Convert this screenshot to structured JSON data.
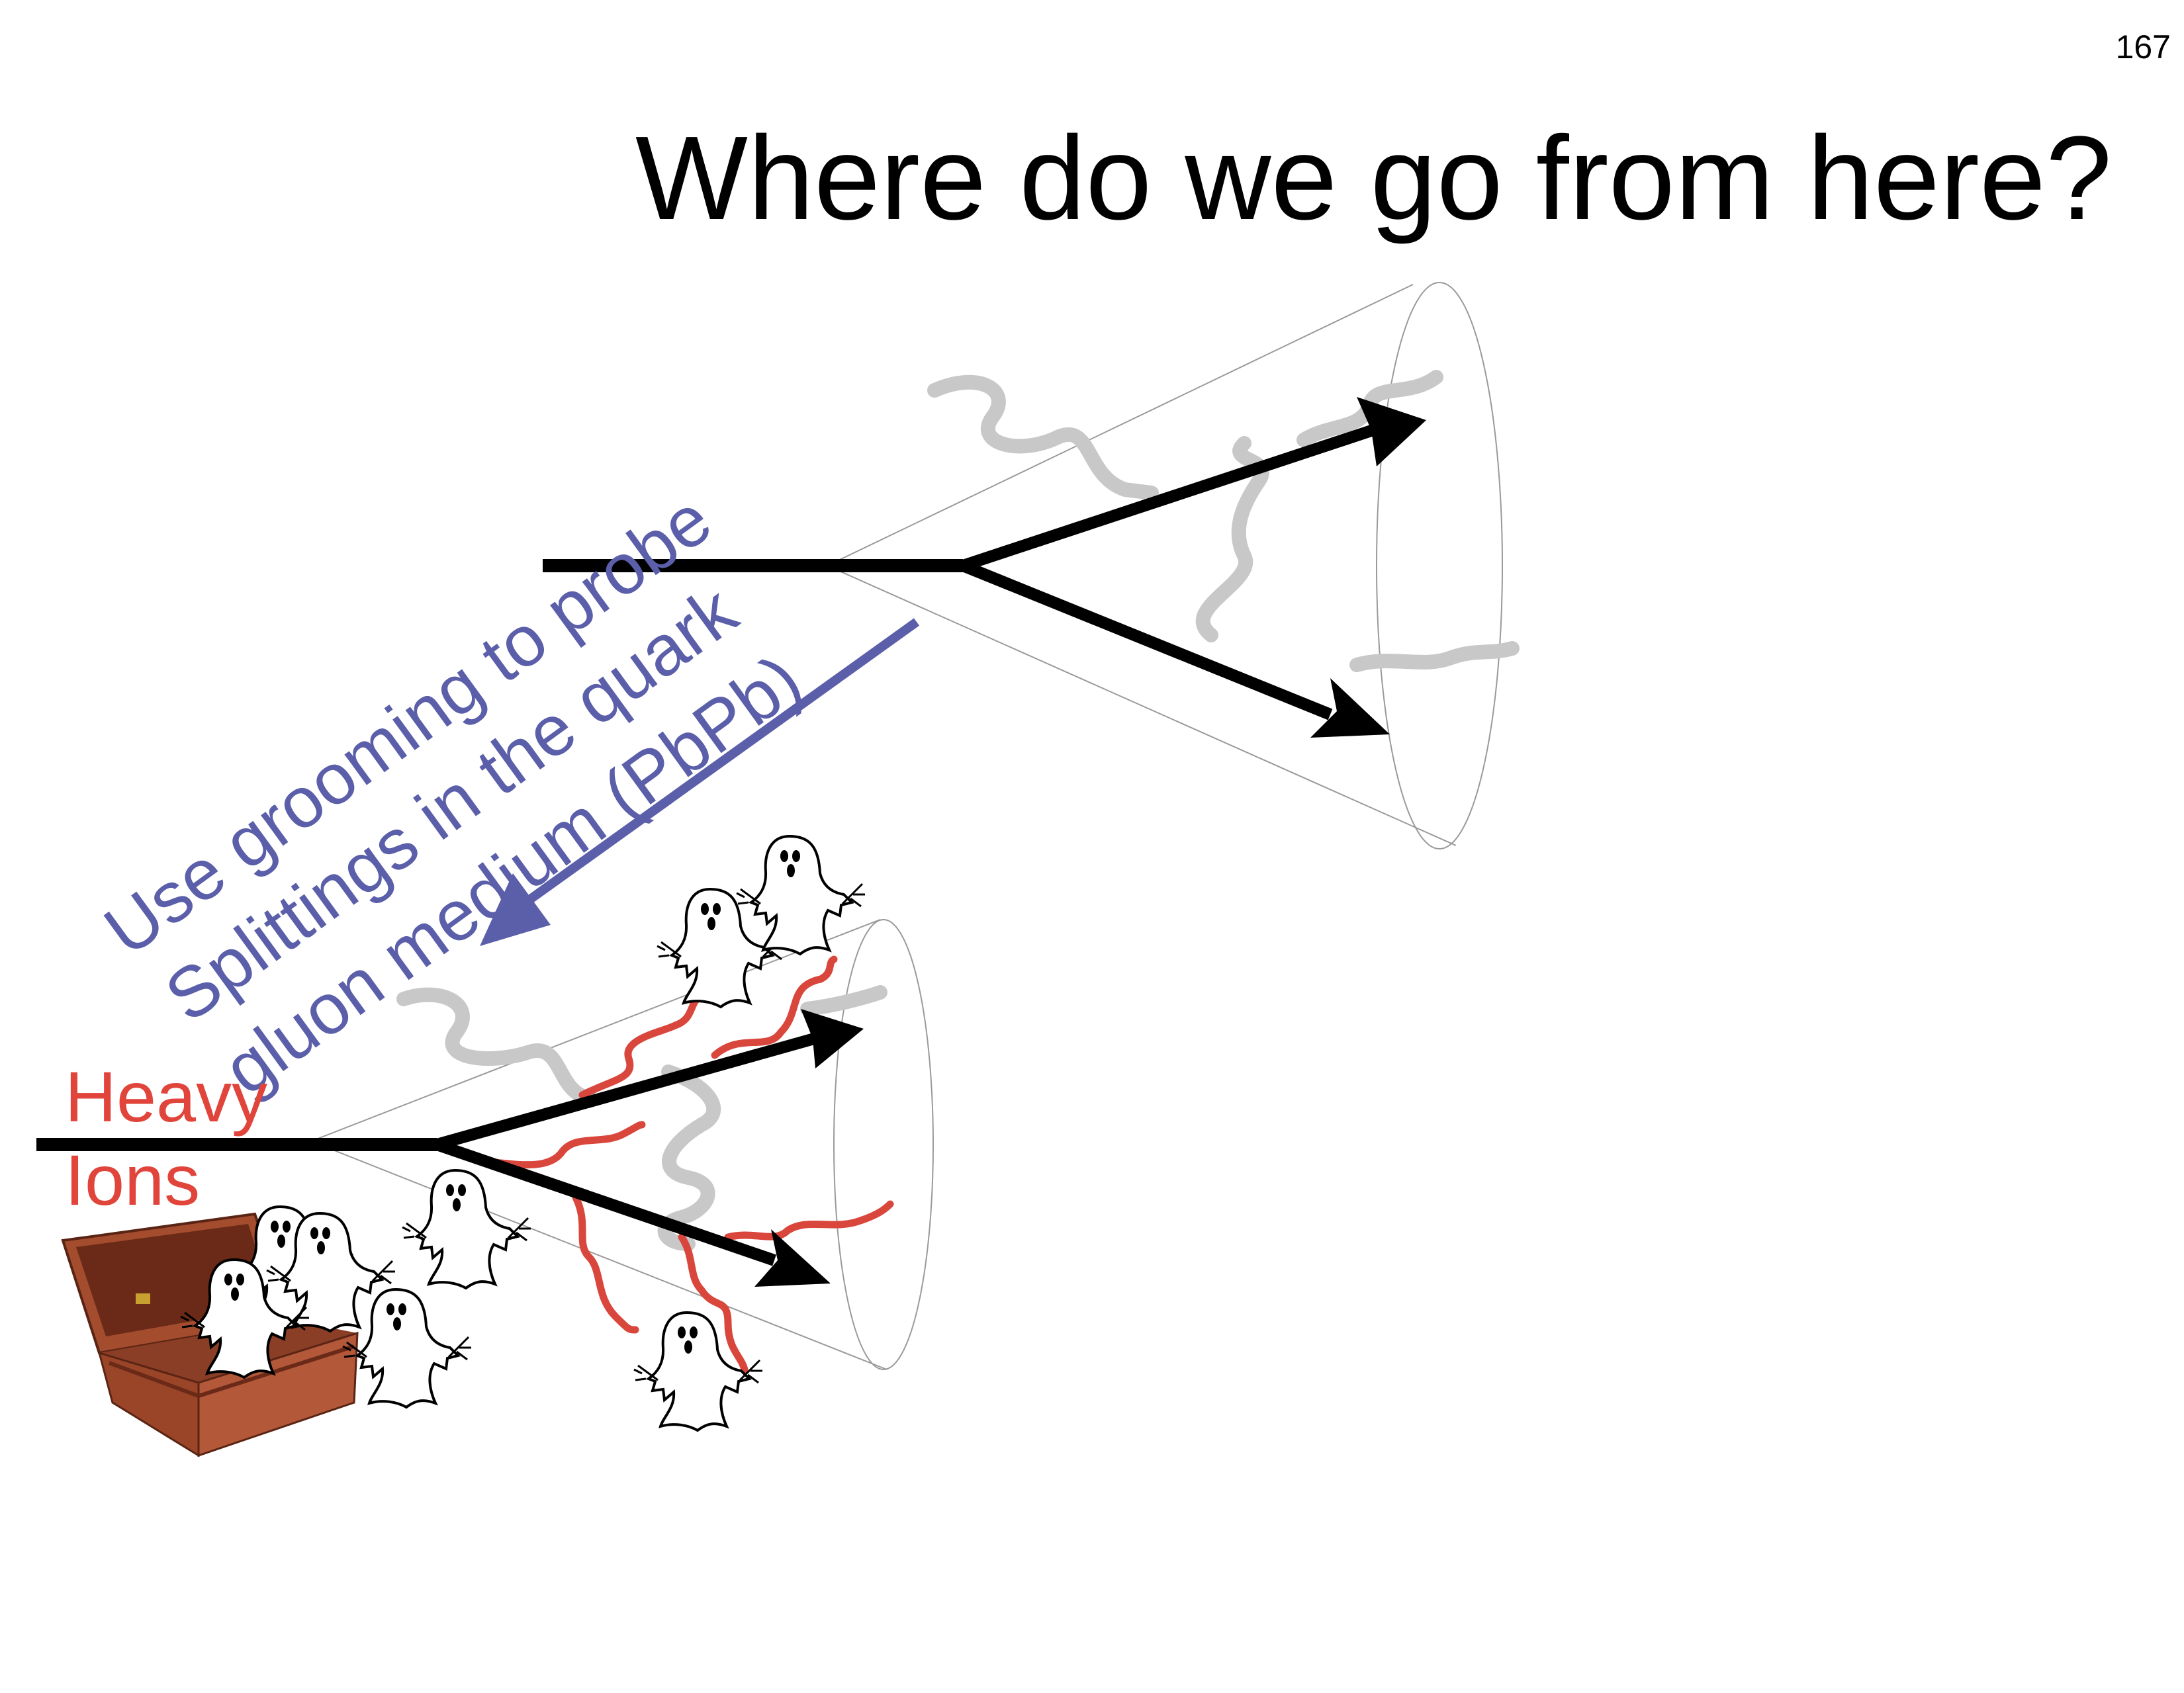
{
  "slide": {
    "number": "167",
    "title": "Where do we go from here?"
  },
  "annotation": {
    "lines": [
      "Use grooming to probe",
      "Splittings in the quark",
      "gluon medium (PbPb)"
    ],
    "color": "#5b5faa"
  },
  "heavy_ions": {
    "lines": [
      "Heavy",
      "Ions"
    ],
    "color": "#e0443a"
  },
  "colors": {
    "jet_lines": "#000000",
    "soft_gluons": "#c8c8c8",
    "medium_gluons": "#d9463c",
    "cone_outline": "#9a9a9a",
    "chest_wood": "#8b3e26"
  },
  "icons": {
    "ghost": "ghost-icon",
    "chest": "treasure-chest-icon",
    "arrow": "down-left-arrow-icon"
  }
}
